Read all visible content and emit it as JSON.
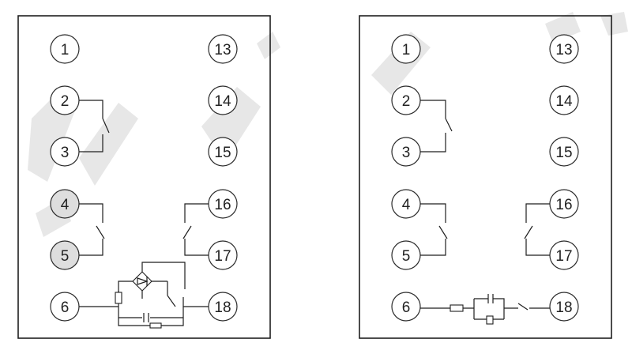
{
  "diagrams": [
    {
      "terminals": [
        "1",
        "2",
        "3",
        "4",
        "5",
        "6",
        "13",
        "14",
        "15",
        "16",
        "17",
        "18"
      ]
    },
    {
      "terminals": [
        "1",
        "2",
        "3",
        "4",
        "5",
        "6",
        "13",
        "14",
        "15",
        "16",
        "17",
        "18"
      ]
    }
  ]
}
